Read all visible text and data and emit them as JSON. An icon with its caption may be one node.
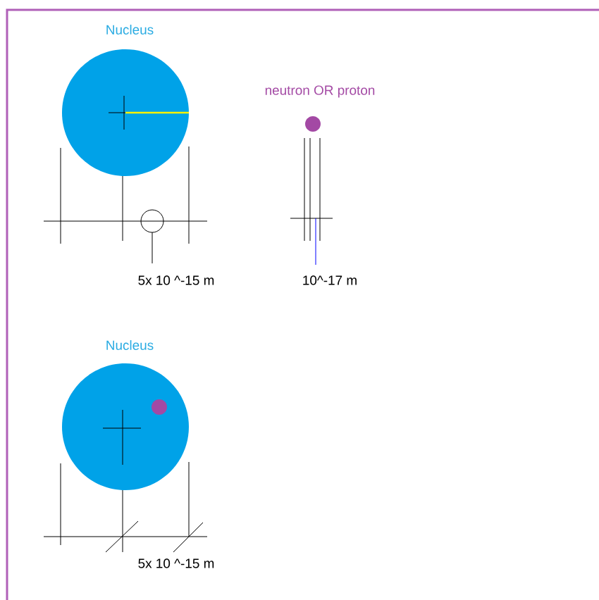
{
  "diagram": {
    "nodes": [
      {
        "text": [
          "Nucleus"
        ]
      },
      {
        "text": [
          "neutron OR proton"
        ]
      },
      {
        "text": [
          "Nucleus"
        ]
      },
      {
        "text": [],
        "shape": "circle",
        "in": 2
      }
    ],
    "labels": [
      "5x 10 ^-15 m",
      "10^-17 m",
      "5x 10 ^-15 m"
    ]
  }
}
